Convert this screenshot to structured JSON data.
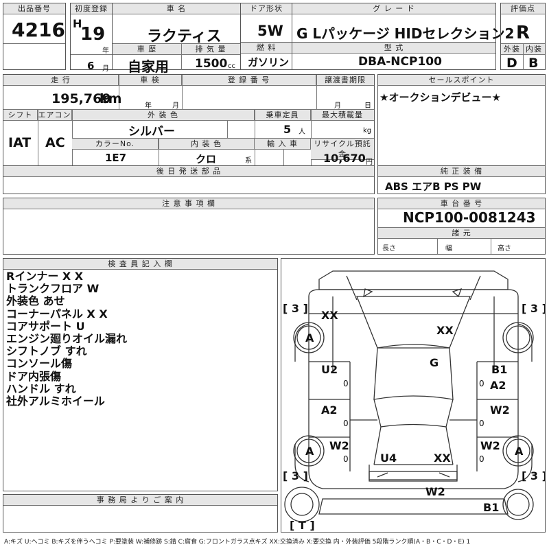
{
  "headers": {
    "lot_no": "出品番号",
    "first_reg": "初度登録",
    "car_name": "車 名",
    "door": "ドア形状",
    "grade": "グ レ ー ド",
    "score": "評価点",
    "history": "車 歴",
    "displacement": "排 気 量",
    "fuel": "燃 料",
    "model": "型 式",
    "exterior": "外装",
    "interior": "内装",
    "mileage": "走 行",
    "inspection": "車 検",
    "reg_no": "登 録 番 号",
    "transfer": "譲渡書期限",
    "sales_point": "セールスポイント",
    "shift": "シフト",
    "aircon": "エアコン",
    "ext_color": "外 装 色",
    "capacity": "乗車定員",
    "max_load": "最大積載量",
    "color_no": "カラーNo.",
    "int_color": "内 装 色",
    "import": "輸 入 車",
    "recycle": "リサイクル預託金",
    "later_parts": "後 日 発 送 部 品",
    "equipment": "純 正 装 備",
    "cautions": "注 意 事 項 欄",
    "chassis": "車 台 番 号",
    "dimensions": "諸 元",
    "inspector": "検 査 員 記 入 欄",
    "office": "事 務 局 よ り ご 案 内"
  },
  "vehicle": {
    "lot_no": "4216",
    "era": "H",
    "year": "19",
    "year_unit": "年",
    "month": "6",
    "month_unit": "月",
    "car_name": "ラクティス",
    "door": "5W",
    "grade": "G Lパッケージ HIDセレクション2",
    "score": "R",
    "history": "自家用",
    "displacement": "1500",
    "displacement_unit": "cc",
    "fuel": "ガソリン",
    "model": "DBA-NCP100",
    "exterior_grade": "D",
    "interior_grade": "B",
    "mileage": "195,769",
    "mileage_unit": "km",
    "insp_year_unit": "年",
    "insp_month_unit": "月",
    "transfer_month_unit": "月",
    "transfer_day_unit": "日",
    "shift": "IAT",
    "aircon": "AC",
    "ext_color": "シルバー",
    "capacity": "5",
    "capacity_unit": "人",
    "load_unit": "kg",
    "color_no": "1E7",
    "int_color": "クロ",
    "int_color_unit": "系",
    "recycle": "10,670",
    "recycle_unit": "円",
    "sales_point": "★オークションデビュー★",
    "equipment": "ABS エアB PS PW",
    "chassis": "NCP100-0081243",
    "dim_length": "長さ",
    "dim_width": "幅",
    "dim_height": "高さ"
  },
  "inspector_notes": [
    "Rインナー X X",
    "トランクフロア W",
    "外装色 あせ",
    "コーナーパネル X X",
    "コアサポート U",
    "エンジン廻りオイル漏れ",
    "シフトノブ すれ",
    "コンソール傷",
    "ドア内張傷",
    "ハンドル すれ",
    "社外アルミホイール"
  ],
  "diagram": {
    "tire_tl": "[ 3 ]",
    "tire_tr": "[ 3 ]",
    "tire_bl": "[ 3 ]",
    "tire_br": "[ 3 ]",
    "spare": "[ T ]",
    "wheel_fl": "A",
    "wheel_rl": "A",
    "wheel_rr": "A",
    "marks": {
      "hood_left": "XX",
      "hood_center": "XX",
      "roof": "G",
      "left_front_door": "U2",
      "right_front_door_top": "B1",
      "right_front_door_bottom": "A2",
      "left_rear_door": "A2",
      "right_rear_door": "W2",
      "left_rear_fender": "W2",
      "right_rear_fender": "W2",
      "trunk_left": "U4",
      "trunk_right": "XX",
      "rear_bumper": "W2",
      "rear_lower": "B1",
      "left_door_zero": "0",
      "left_rear_zero": "0",
      "right_front_zero": "0",
      "right_rear_zero": "0",
      "left_fender_zero": "0",
      "right_fender_zero": "0"
    }
  },
  "legend": "A:キズ U:ヘコミ B:キズを伴うヘコミ P:要塗装 W:補修跡 S:錆 C:腐食 G:フロントガラス点キズ XX:交換済み X:要交換 内・外装評価 5段階ランク順(A・B・C・D・E) 1"
}
